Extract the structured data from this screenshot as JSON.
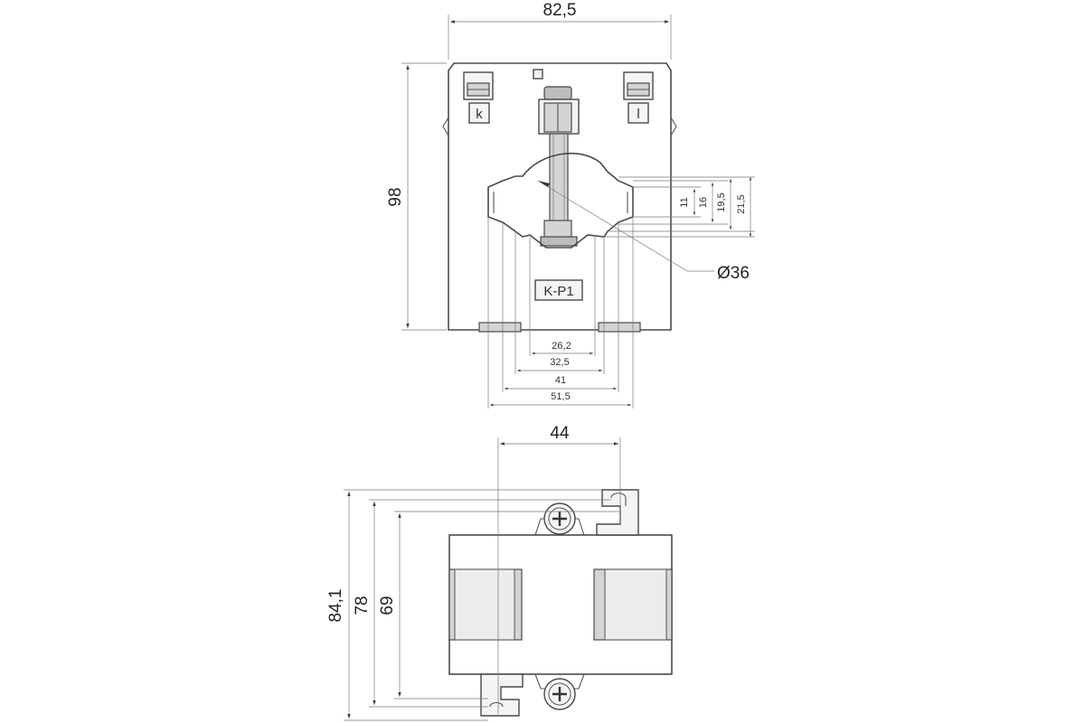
{
  "top_view": {
    "width": "82,5",
    "height": "98",
    "terminal_left": "k",
    "terminal_right": "l",
    "diameter": "Ø36",
    "model": "K-P1",
    "right_dims": [
      "11",
      "16",
      "19,5",
      "21,5"
    ],
    "bottom_dims": [
      "26,2",
      "32,5",
      "41",
      "51,5"
    ]
  },
  "side_view": {
    "width": "44",
    "heights": [
      "84,1",
      "78",
      "69"
    ]
  }
}
